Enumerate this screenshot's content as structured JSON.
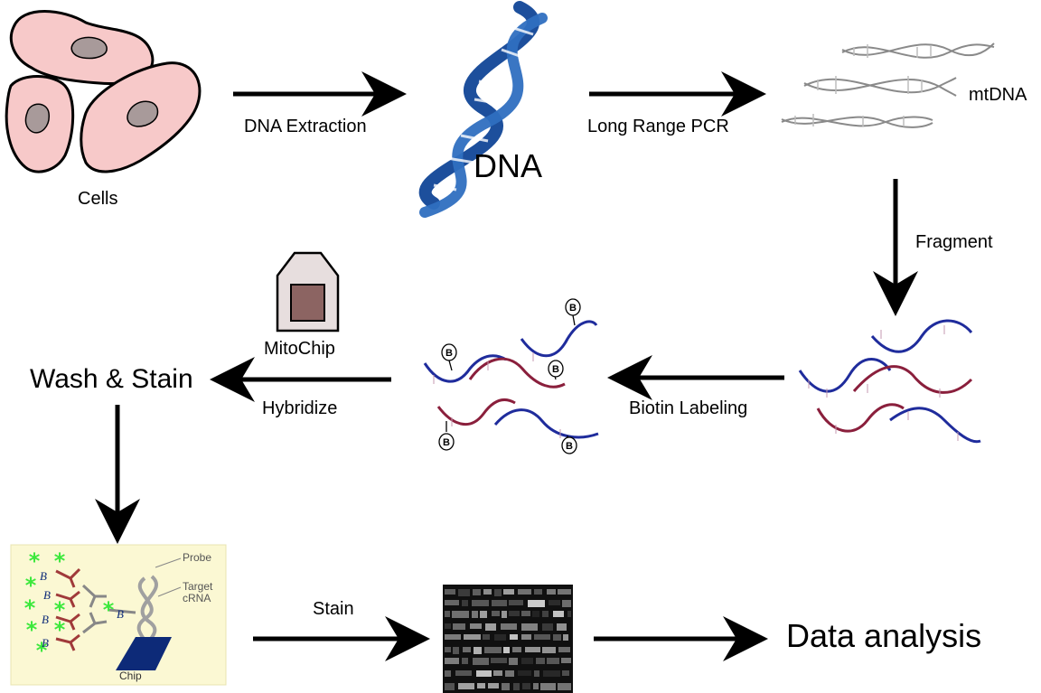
{
  "labels": {
    "cells": "Cells",
    "dna_extraction": "DNA Extraction",
    "dna": "DNA",
    "long_range_pcr": "Long Range PCR",
    "mtdna": "mtDNA",
    "fragment": "Fragment",
    "biotin_labeling": "Biotin Labeling",
    "mitochip": "MitoChip",
    "hybridize": "Hybridize",
    "wash_stain": "Wash & Stain",
    "stain": "Stain",
    "data_analysis": "Data analysis"
  },
  "inset": {
    "probe": "Probe",
    "target_line1": "Target",
    "target_line2": "cRNA",
    "chip": "Chip",
    "biotin_letter": "B"
  },
  "colors": {
    "cell_fill": "#f7c9c9",
    "cell_nucleus": "#a89a9a",
    "dna_blue": "#1d4f9c",
    "strand_blue": "#1f2c9c",
    "strand_red": "#8a1f3c",
    "chip_body": "#e7dede",
    "chip_window": "#8c6462",
    "inset_bg": "#fbf8d3",
    "star_green": "#3ce83c",
    "antibody_red": "#a03a3a",
    "chip_blue": "#0d2a78"
  }
}
